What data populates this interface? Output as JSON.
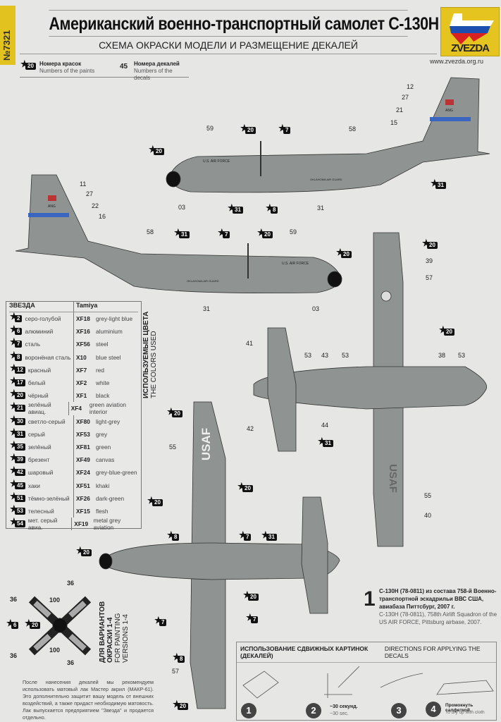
{
  "header": {
    "kit_number": "№7321",
    "title": "Американский военно-транспортный самолет С-130Н",
    "subtitle": "СХЕМА ОКРАСКИ МОДЕЛИ И РАЗМЕЩЕНИЕ ДЕКАЛЕЙ",
    "logo": "ZVEZDA",
    "url": "www.zvezda.org.ru"
  },
  "legend": {
    "paint_badge": "20",
    "paint_ru": "Номера красок",
    "paint_en": "Numbers of the paints",
    "decal_badge": "45",
    "decal_ru": "Номера декалей",
    "decal_en": "Numbers of the decals"
  },
  "colors_table": {
    "col_zvezda": "ЗВЕЗДА",
    "col_tamiya": "Tamiya",
    "rows": [
      {
        "n": "2",
        "ru": "серо-голубой",
        "code": "XF18",
        "en": "grey-light blue"
      },
      {
        "n": "6",
        "ru": "алюминий",
        "code": "XF16",
        "en": "aluminium"
      },
      {
        "n": "7",
        "ru": "сталь",
        "code": "XF56",
        "en": "steel"
      },
      {
        "n": "8",
        "ru": "воронёная сталь",
        "code": "X10",
        "en": "blue steel"
      },
      {
        "n": "12",
        "ru": "красный",
        "code": "XF7",
        "en": "red"
      },
      {
        "n": "17",
        "ru": "белый",
        "code": "XF2",
        "en": "white"
      },
      {
        "n": "20",
        "ru": "чёрный",
        "code": "XF1",
        "en": "black"
      },
      {
        "n": "21",
        "ru": "зелёный авиац.",
        "code": "XF4",
        "en": "green aviation interior"
      },
      {
        "n": "30",
        "ru": "светло-серый",
        "code": "XF80",
        "en": "light-grey"
      },
      {
        "n": "31",
        "ru": "серый",
        "code": "XF53",
        "en": "grey"
      },
      {
        "n": "35",
        "ru": "зелёный",
        "code": "XF81",
        "en": "green"
      },
      {
        "n": "39",
        "ru": "брезент",
        "code": "XF49",
        "en": "canvas"
      },
      {
        "n": "42",
        "ru": "шаровый",
        "code": "XF24",
        "en": "grey-blue-green"
      },
      {
        "n": "45",
        "ru": "хаки",
        "code": "XF51",
        "en": "khaki"
      },
      {
        "n": "51",
        "ru": "тёмно-зелёный",
        "code": "XF26",
        "en": "dark-green"
      },
      {
        "n": "53",
        "ru": "телесный",
        "code": "XF15",
        "en": "flesh"
      },
      {
        "n": "54",
        "ru": "мет. серый авиа.",
        "code": "XF19",
        "en": "metal grey aviation"
      }
    ]
  },
  "colors_used": {
    "ru": "ИСПОЛЬЗУЕМЫЕ ЦВЕТА",
    "en": "THE COLORS USED"
  },
  "propeller": {
    "ru1": "ДЛЯ ВАРИАНТОВ",
    "ru2": "ОКРАСКИ 1-4",
    "en1": "FOR PAINTING",
    "en2": "VERSIONS 1-4",
    "labels": [
      "36",
      "36",
      "36",
      "36",
      "100",
      "100"
    ],
    "paints": [
      "6",
      "20"
    ]
  },
  "aircraft_markings": {
    "side": "U.S. AIR FORCE",
    "tail": "ANG",
    "guard": "OKLAHOMA AIR GUARD",
    "wing": "USAF"
  },
  "callouts": {
    "decals": [
      "12",
      "27",
      "21",
      "15",
      "59",
      "58",
      "03",
      "31",
      "11",
      "27",
      "22",
      "16",
      "58",
      "59",
      "03",
      "31",
      "39",
      "57",
      "41",
      "53",
      "43",
      "53",
      "38",
      "53",
      "44",
      "42",
      "55",
      "40",
      "55",
      "57"
    ],
    "paints": [
      "20",
      "7",
      "20",
      "31",
      "8",
      "31",
      "31",
      "7",
      "20",
      "20",
      "20",
      "20",
      "20",
      "31",
      "20",
      "20",
      "8",
      "7",
      "31",
      "20",
      "7",
      "7",
      "8",
      "20",
      "20"
    ]
  },
  "version": {
    "number": "1",
    "ru": "С-130Н (78-0811) из состава 758-й Военно-транспортной эскадрильи ВВС США, авиабаза Питтсбург, 2007 г.",
    "en": "C-130H (78-0811), 758th Airlift Squadron of the US AIR FORCE, Pittsburg airbase, 2007."
  },
  "note": "После нанесения декалей мы рекомендуем использовать матовый лак Мастер акрил (МАКР-61). Это дополнительно защитит вашу модель от внешних воздействий, а также придаст необходимую матовость. Лак выпускается предприятием \"Звезда\" и продается отдельно.",
  "decal_directions": {
    "title_ru": "ИСПОЛЬЗОВАНИЕ СДВИЖНЫХ КАРТИНОК (ДЕКАЛЕЙ)",
    "title_en": "DIRECTIONS  FOR APPLYING THE DECALS",
    "steps": [
      "1",
      "2",
      "3",
      "4"
    ],
    "step2_ru": "~30 секунд.",
    "step2_en": "~30 sec.",
    "step4_ru": "Промокнуть салфеткой.",
    "step4_en": "To dry up with cloth"
  }
}
